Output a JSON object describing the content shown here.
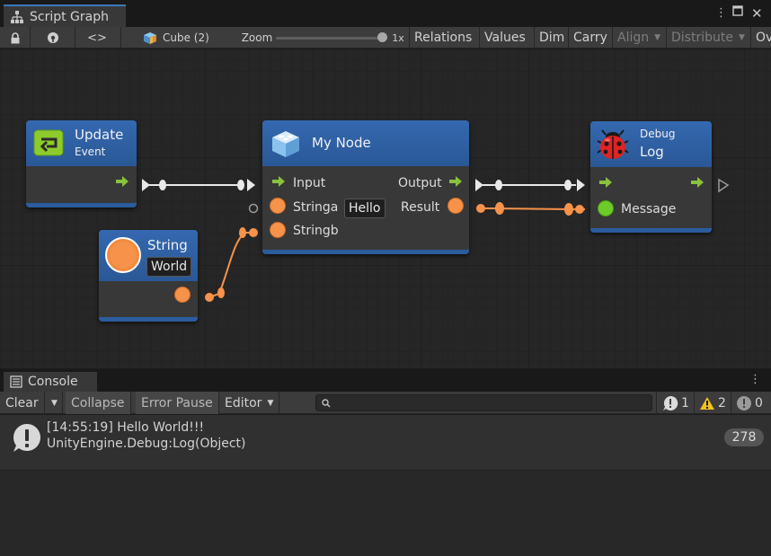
{
  "graph_window": {
    "tab_title": "Script Graph",
    "toolbar": {
      "lock_icon": "lock-icon",
      "target_icon": "target-icon",
      "code_label": "<>",
      "object_name": "Cube (2)",
      "zoom_label": "Zoom",
      "zoom_value_label": "1x",
      "zoom_level": 1.0,
      "buttons": [
        "Relations",
        "Values",
        "Dim",
        "Carry"
      ],
      "dropdowns": [
        "Align",
        "Distribute"
      ],
      "overflow_label": "Ov"
    }
  },
  "nodes": {
    "update": {
      "title": "Update",
      "subtitle": "Event"
    },
    "string": {
      "title": "String",
      "value": "World"
    },
    "my_node": {
      "title": "My Node",
      "input_label": "Input",
      "output_label": "Output",
      "stringa_label": "Stringa",
      "stringa_value": "Hello",
      "result_label": "Result",
      "stringb_label": "Stringb"
    },
    "debug": {
      "subtitle": "Debug",
      "title": "Log",
      "message_label": "Message"
    }
  },
  "colors": {
    "node_header": "#2c5da0",
    "value_port": "#f7924a",
    "message_port": "#6dcb29",
    "flow_arrow": "#89c23c",
    "wire_white": "#e8e8e8",
    "wire_orange": "#f7924a"
  },
  "console": {
    "tab_title": "Console",
    "toolbar": {
      "clear_label": "Clear",
      "collapse_label": "Collapse",
      "error_pause_label": "Error Pause",
      "editor_label": "Editor",
      "search_placeholder": "",
      "info_count": "1",
      "warning_count": "2",
      "error_count": "0"
    },
    "entries": [
      {
        "line1": "[14:55:19] Hello World!!!",
        "line2": "UnityEngine.Debug:Log(Object)",
        "count": "278"
      }
    ]
  }
}
